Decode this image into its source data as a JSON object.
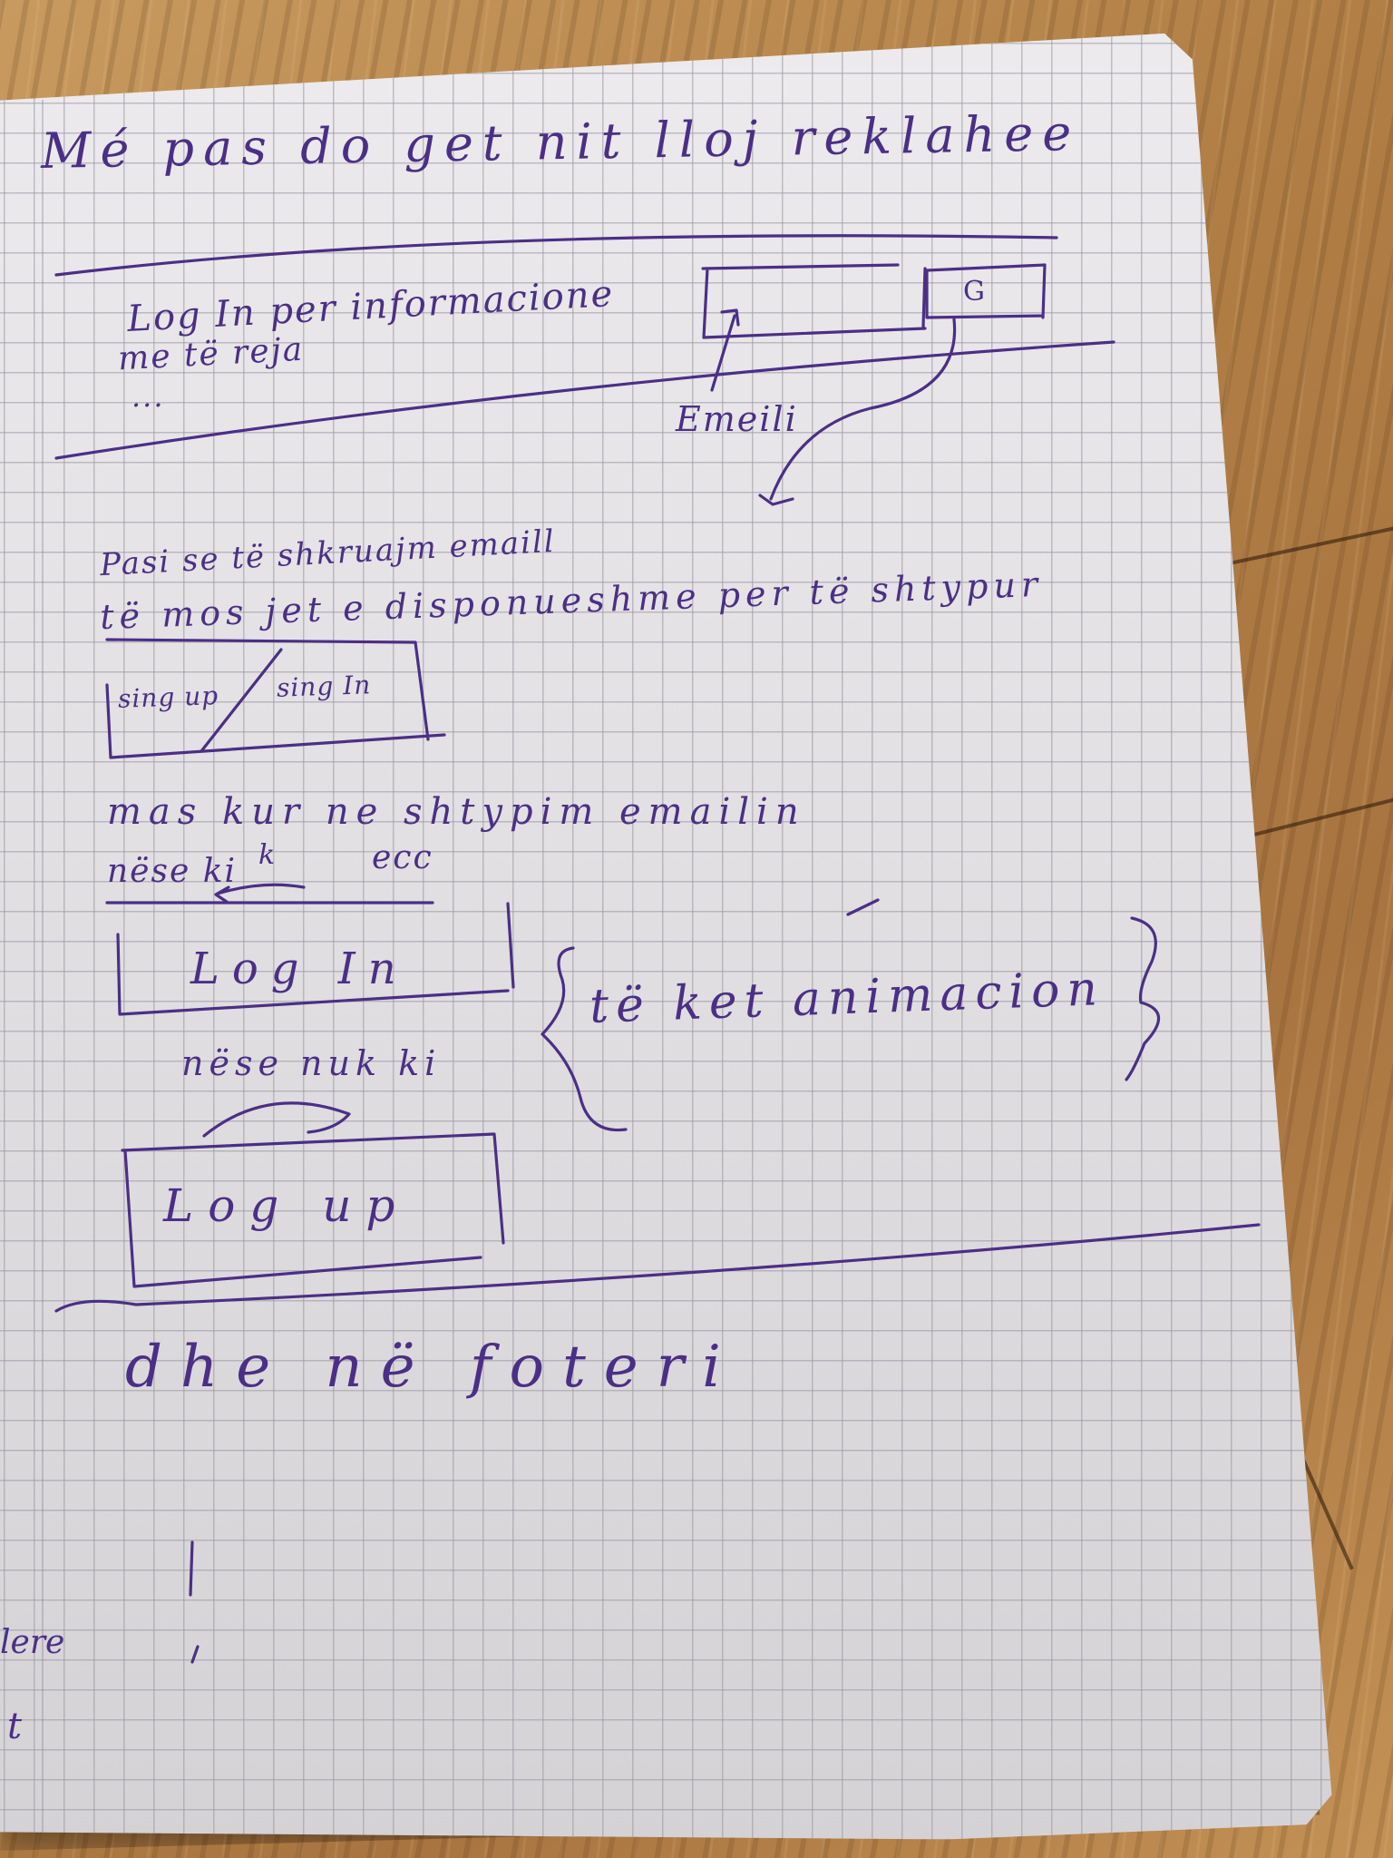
{
  "ink_color": "#4b2f86",
  "paper_color": "#e7e4e7",
  "texts": {
    "heading": "Mé pas do get nit lloj reklahee",
    "banner_line1": "Log In per informacione",
    "banner_line2": "me të reja",
    "banner_dots": "...",
    "google_icon_letter": "G",
    "email_label": "Emeili",
    "note_line1": "Pasi se të shkruajm emaill",
    "note_line2": "të mos jet e disponueshme per të shtypur",
    "sign_up": "sing up",
    "sign_in": "sing In",
    "note_line3": "mas kur ne shtypim emailin",
    "note_line4": "nëse ki",
    "note_line4b": "ecc",
    "arrow_label": "k",
    "login_button": "Log In",
    "if_not": "nëse nuk ki",
    "animation_note": "të ket animacion",
    "logup_button": "Log up",
    "footer": "dhe në foteri",
    "edge_fragment_1": "lere",
    "edge_fragment_2": "t"
  }
}
